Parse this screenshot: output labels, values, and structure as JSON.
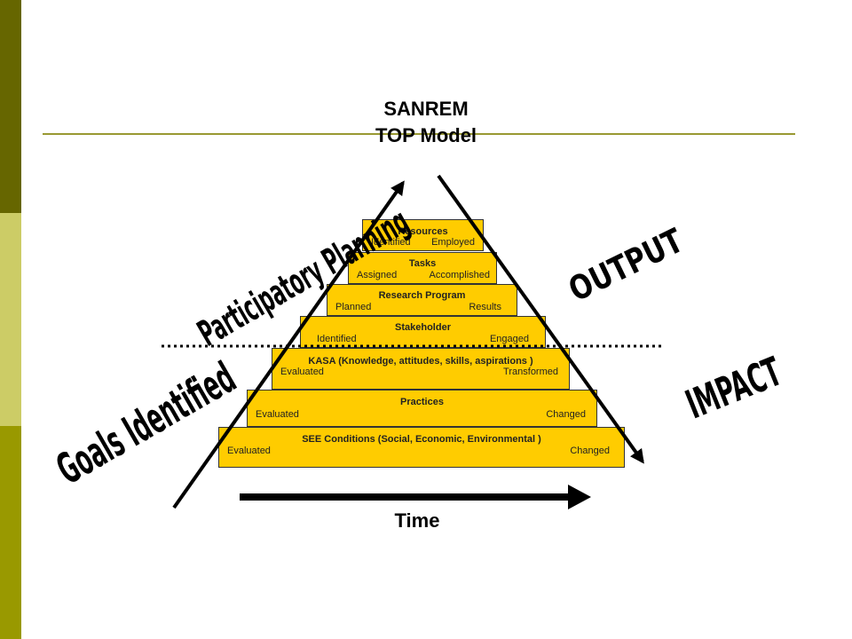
{
  "title": {
    "line1": "SANREM",
    "line2": "TOP Model"
  },
  "layers": [
    {
      "name": "Resources",
      "left": "Identified",
      "right": "Employed"
    },
    {
      "name": "Tasks",
      "left": "Assigned",
      "right": "Accomplished"
    },
    {
      "name": "Research Program",
      "left": "Planned",
      "right": "Results"
    },
    {
      "name": "Stakeholder",
      "left": "Identified",
      "right": "Engaged"
    },
    {
      "name": "KASA (Knowledge, attitudes, skills, aspirations )",
      "left": "Evaluated",
      "right": "Transformed"
    },
    {
      "name": "Practices",
      "left": "Evaluated",
      "right": "Changed"
    },
    {
      "name": "SEE Conditions (Social, Economic, Environmental )",
      "left": "Evaluated",
      "right": "Changed"
    }
  ],
  "labels": {
    "participatory_planning": "Participatory Planning",
    "output": "OUTPUT",
    "goals_identified": "Goals Identified",
    "impact": "IMPACT",
    "time": "Time"
  },
  "colors": {
    "sidebar_dark": "#666600",
    "sidebar_light": "#cccc66",
    "sidebar_mid": "#999900",
    "layer_fill": "#ffcc00",
    "title_rule": "#999933"
  }
}
